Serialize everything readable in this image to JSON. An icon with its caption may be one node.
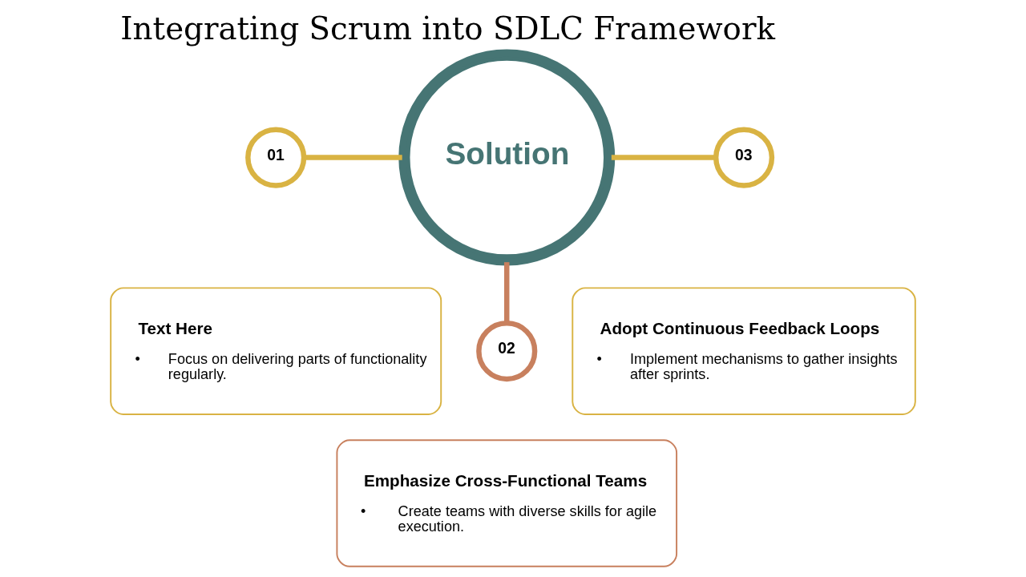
{
  "diagram": {
    "title": "Integrating Scrum into SDLC Framework",
    "nodes": [
      {
        "text": [
          "Solution"
        ]
      },
      {
        "text": [
          "01"
        ]
      },
      {
        "text": [
          "Text Here",
          "• Focus on delivering parts of functionality regularly."
        ]
      },
      {
        "text": [
          "02"
        ]
      },
      {
        "text": [
          "Emphasize Cross-Functional Teams",
          "• Create teams with diverse skills for agile execution."
        ]
      },
      {
        "text": [
          "03"
        ]
      },
      {
        "text": [
          "Adopt Continuous Feedback Loops",
          "• Implement mechanisms to gather insights after sprints."
        ]
      }
    ],
    "edges": [
      {
        "from": 1,
        "to": 0,
        "arrow": "none"
      },
      {
        "from": 0,
        "to": 3,
        "arrow": "none",
        "color": "#c8805e"
      },
      {
        "from": 0,
        "to": 5,
        "arrow": "none"
      }
    ]
  }
}
